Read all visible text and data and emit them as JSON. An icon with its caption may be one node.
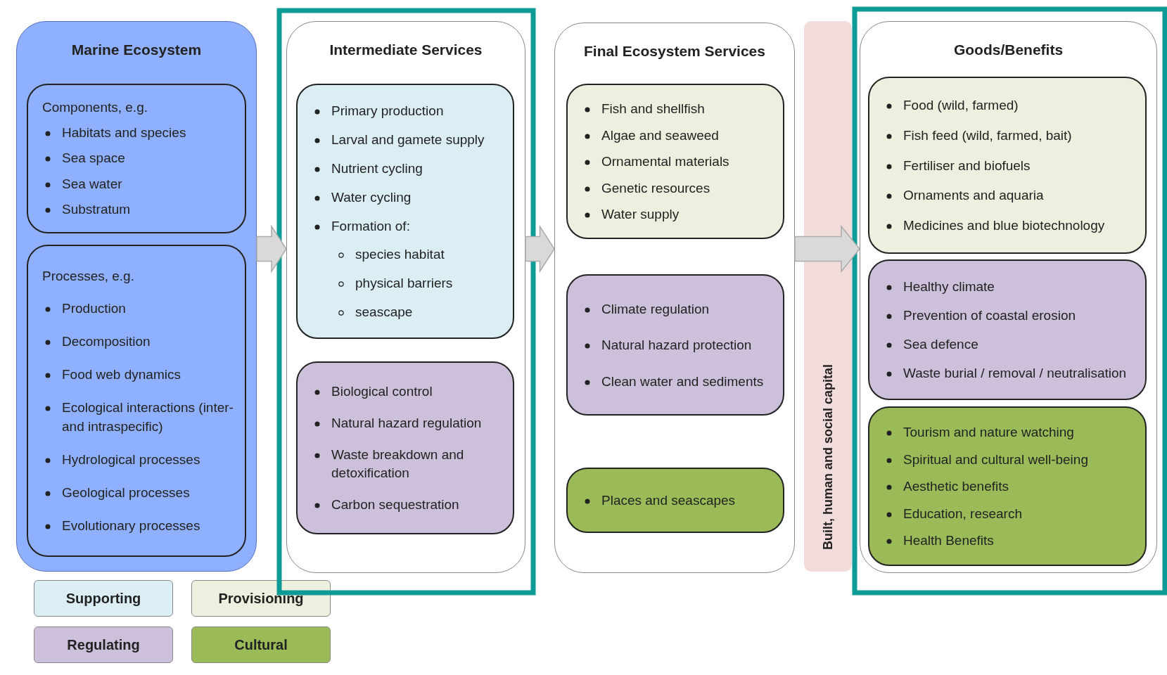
{
  "diagram": {
    "nodes": [
      {
        "text": [
          "Marine Ecosystem"
        ]
      },
      {
        "text": [
          "Components, e.g.",
          "Habitats and species",
          "Sea space",
          "Sea water",
          "Substratum"
        ],
        "in": 0
      },
      {
        "text": [
          "Processes, e.g.",
          "Production",
          "Decomposition",
          "Food web dynamics",
          "Ecological interactions (inter- and intraspecific)",
          "Hydrological processes",
          "Geological processes",
          "Evolutionary processes"
        ],
        "in": 0
      },
      {
        "text": [
          "Intermediate Services"
        ]
      },
      {
        "text": [
          "Primary production",
          "Larval and gamete supply",
          "Nutrient cycling",
          "Water cycling",
          "Formation of:",
          "species habitat",
          "physical barriers",
          "seascape"
        ],
        "in": 3
      },
      {
        "text": [
          "Biological control",
          "Natural hazard regulation",
          "Waste breakdown and detoxification",
          "Carbon sequestration"
        ],
        "in": 3
      },
      {
        "text": [
          "Final Ecosystem Services"
        ]
      },
      {
        "text": [
          "Fish and shellfish",
          "Algae and seaweed",
          "Ornamental materials",
          "Genetic resources",
          "Water supply"
        ],
        "in": 6
      },
      {
        "text": [
          "Climate regulation",
          "Natural hazard protection",
          "Clean water and sediments"
        ],
        "in": 6
      },
      {
        "text": [
          "Places and seascapes"
        ],
        "in": 6
      },
      {
        "text": [
          "Built, human and social capital"
        ]
      },
      {
        "text": [
          "Goods/Benefits"
        ]
      },
      {
        "text": [
          "Food (wild, farmed)",
          "Fish feed (wild, farmed, bait)",
          "Fertiliser and biofuels",
          "Ornaments and aquaria",
          "Medicines and blue biotechnology"
        ],
        "in": 11
      },
      {
        "text": [
          "Healthy climate",
          "Prevention of coastal erosion",
          "Sea defence",
          "Waste burial / removal / neutralisation"
        ],
        "in": 11
      },
      {
        "text": [
          "Tourism and nature watching",
          "Spiritual and cultural well-being",
          "Aesthetic benefits",
          "Education, research",
          "Health Benefits"
        ],
        "in": 11
      }
    ],
    "edges": [
      {
        "from": 0,
        "to": 3,
        "arrow": "to"
      },
      {
        "from": 3,
        "to": 6,
        "arrow": "to"
      },
      {
        "from": 6,
        "to": 11,
        "arrow": "to"
      }
    ],
    "legend": [
      {
        "text": "Supporting",
        "color": "#dbeef4"
      },
      {
        "text": "Provisioning",
        "color": "#ebf1de"
      },
      {
        "text": "Regulating",
        "color": "#ccc0da"
      },
      {
        "text": "Cultural",
        "color": "#9bbb59"
      }
    ]
  }
}
